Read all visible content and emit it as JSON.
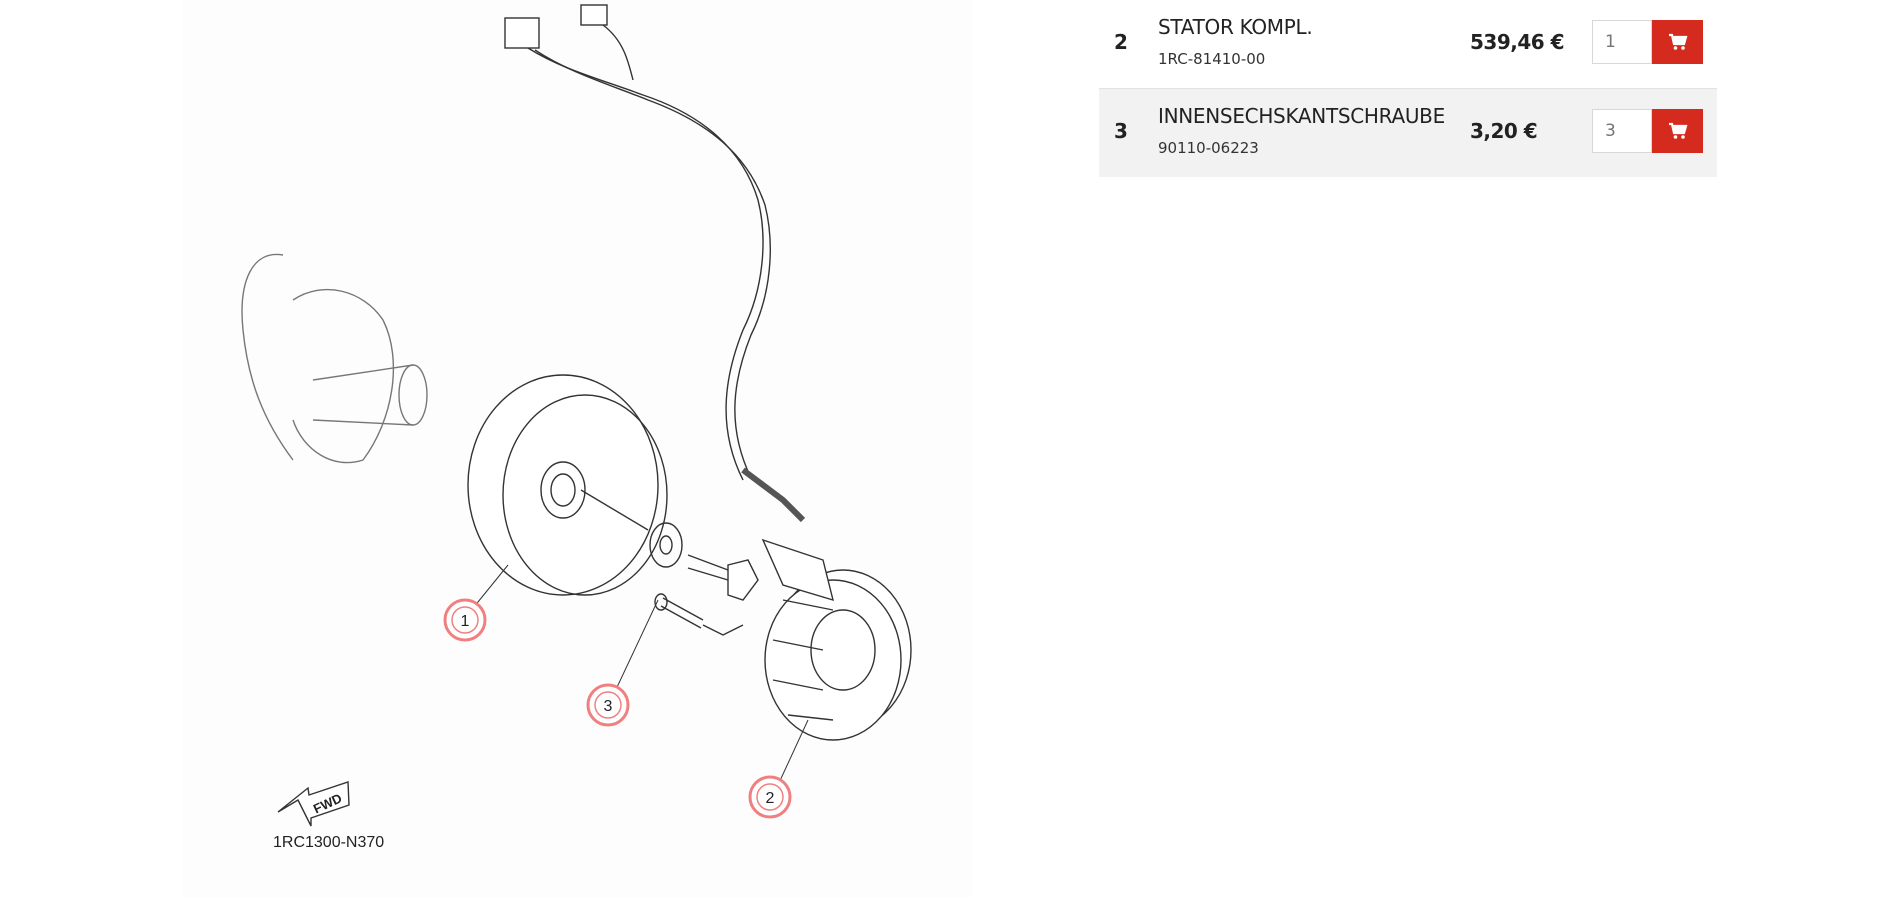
{
  "diagram": {
    "code": "1RC1300-N370",
    "fwd_label": "FWD",
    "callouts": [
      "1",
      "2",
      "3"
    ],
    "callout_color": "#f08080"
  },
  "parts": [
    {
      "position": "2",
      "name": "STATOR KOMPL.",
      "number": "1RC-81410-00",
      "price": "539,46 €",
      "qty": "1"
    },
    {
      "position": "3",
      "name": "INNENSECHSKANTSCHRAUBE",
      "number": "90110-06223",
      "price": "3,20 €",
      "qty": "3"
    }
  ],
  "colors": {
    "accent": "#d52b1e",
    "alt_row": "#f2f2f2"
  }
}
